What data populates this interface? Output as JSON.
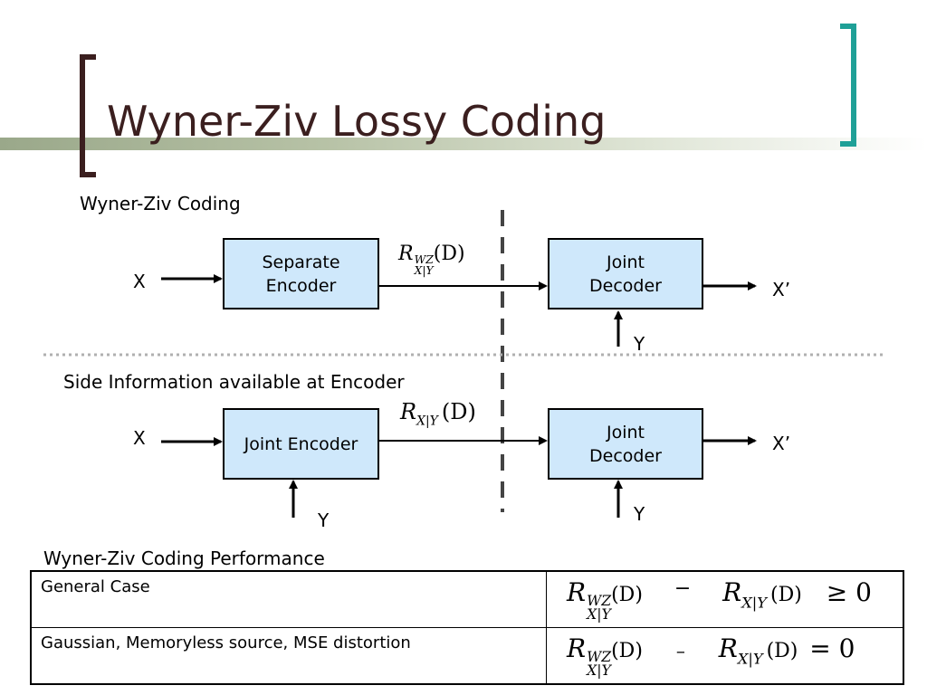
{
  "slide": {
    "title": "Wyner-Ziv Lossy Coding"
  },
  "top_section": {
    "heading": "Wyner-Ziv Coding",
    "input_label": "X",
    "encoder_label_line1": "Separate",
    "encoder_label_line2": "Encoder",
    "rate_symbol": "R",
    "rate_superscript": "WZ",
    "rate_subscript": "X|Y",
    "rate_argument": "(D)",
    "decoder_label_line1": "Joint",
    "decoder_label_line2": "Decoder",
    "output_label": "X’",
    "side_info_label": "Y"
  },
  "bottom_section": {
    "heading": "Side Information available at Encoder",
    "input_label": "X",
    "encoder_label": "Joint Encoder",
    "encoder_side_info_label": "Y",
    "rate_symbol": "R",
    "rate_subscript": "X|Y",
    "rate_argument": "(D)",
    "decoder_label_line1": "Joint",
    "decoder_label_line2": "Decoder",
    "output_label": "X’",
    "decoder_side_info_label": "Y"
  },
  "performance": {
    "heading": "Wyner-Ziv Coding Performance",
    "rows": [
      {
        "case": "General Case",
        "minus": "−",
        "relation": "≥ 0"
      },
      {
        "case": "Gaussian, Memoryless source, MSE distortion",
        "minus": "–",
        "relation": "= 0"
      }
    ],
    "symbol": "R",
    "superscript": "WZ",
    "subscript": "X|Y",
    "argument": "(D)"
  }
}
